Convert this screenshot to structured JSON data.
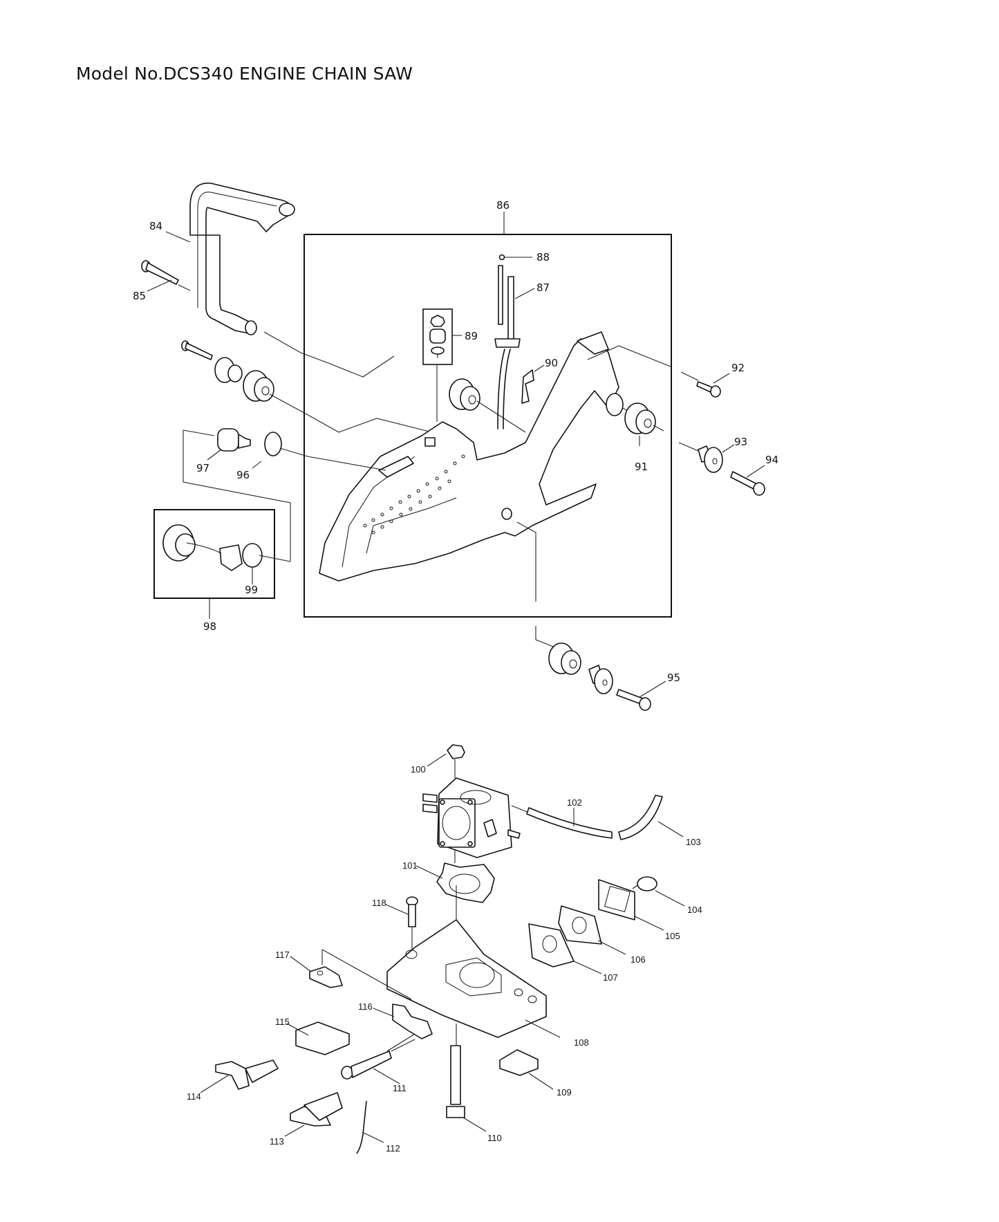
{
  "header": {
    "title": "Model No.DCS340 ENGINE CHAIN SAW"
  },
  "diagram": {
    "type": "exploded-parts-diagram",
    "callouts": [
      {
        "id": "84",
        "label": "84",
        "part": "front-handle"
      },
      {
        "id": "85",
        "label": "85",
        "part": "tapping-screw"
      },
      {
        "id": "86",
        "label": "86",
        "part": "rear-handle-assembly"
      },
      {
        "id": "87",
        "label": "87",
        "part": "throttle-rod"
      },
      {
        "id": "88",
        "label": "88",
        "part": "ball-joint"
      },
      {
        "id": "89",
        "label": "89",
        "part": "damper-set"
      },
      {
        "id": "90",
        "label": "90",
        "part": "clip"
      },
      {
        "id": "91",
        "label": "91",
        "part": "rubber-damper"
      },
      {
        "id": "92",
        "label": "92",
        "part": "screw"
      },
      {
        "id": "93",
        "label": "93",
        "part": "washer"
      },
      {
        "id": "94",
        "label": "94",
        "part": "screw"
      },
      {
        "id": "95",
        "label": "95",
        "part": "screw"
      },
      {
        "id": "96",
        "label": "96",
        "part": "hose-clamp"
      },
      {
        "id": "97",
        "label": "97",
        "part": "fuel-filter"
      },
      {
        "id": "98",
        "label": "98",
        "part": "fuel-cap-assembly"
      },
      {
        "id": "99",
        "label": "99",
        "part": "o-ring"
      },
      {
        "id": "100",
        "label": "100",
        "part": "nut"
      },
      {
        "id": "101",
        "label": "101",
        "part": "carburetor-gasket"
      },
      {
        "id": "102",
        "label": "102",
        "part": "fuel-hose"
      },
      {
        "id": "103",
        "label": "103",
        "part": "impulse-hose"
      },
      {
        "id": "104",
        "label": "104",
        "part": "o-ring"
      },
      {
        "id": "105",
        "label": "105",
        "part": "gasket"
      },
      {
        "id": "106",
        "label": "106",
        "part": "insulator"
      },
      {
        "id": "107",
        "label": "107",
        "part": "gasket"
      },
      {
        "id": "108",
        "label": "108",
        "part": "carburetor-base"
      },
      {
        "id": "109",
        "label": "109",
        "part": "pad"
      },
      {
        "id": "110",
        "label": "110",
        "part": "bolt"
      },
      {
        "id": "111",
        "label": "111",
        "part": "screw"
      },
      {
        "id": "112",
        "label": "112",
        "part": "spring"
      },
      {
        "id": "113",
        "label": "113",
        "part": "choke-lever"
      },
      {
        "id": "114",
        "label": "114",
        "part": "throttle-lever"
      },
      {
        "id": "115",
        "label": "115",
        "part": "block"
      },
      {
        "id": "116",
        "label": "116",
        "part": "plate"
      },
      {
        "id": "117",
        "label": "117",
        "part": "bracket"
      },
      {
        "id": "118",
        "label": "118",
        "part": "screw"
      }
    ]
  }
}
